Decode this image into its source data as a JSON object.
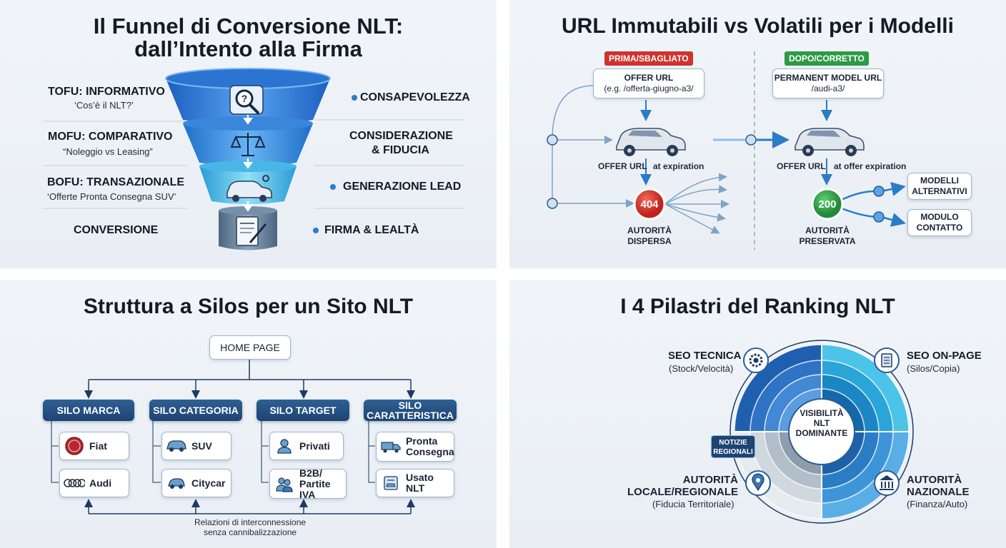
{
  "panel_funnel": {
    "title_line1": "Il Funnel di Conversione NLT:",
    "title_line2": "dall’Intento alla Firma",
    "left": [
      {
        "label": "TOFU: INFORMATIVO",
        "sub": "‘Cos’è il NLT?’"
      },
      {
        "label": "MOFU: COMPARATIVO",
        "sub": "“Noleggio vs Leasing”"
      },
      {
        "label": "BOFU: TRANSAZIONALE",
        "sub": "‘Offerte Pronta Consegna SUV’"
      },
      {
        "label": "CONVERSIONE",
        "sub": ""
      }
    ],
    "right": [
      {
        "line1": "CONSAPEVOLEZZA",
        "line2": ""
      },
      {
        "line1": "CONSIDERAZIONE",
        "line2": "& FIDUCIA"
      },
      {
        "line1": "GENERAZIONE LEAD",
        "line2": ""
      },
      {
        "line1": "FIRMA & LEALTÀ",
        "line2": ""
      }
    ],
    "icons": [
      "question-magnifier-icon",
      "scales-icon",
      "car-keys-icon",
      "contract-signature-icon"
    ],
    "colors": {
      "funnel_top": "#1f66c8",
      "funnel_bottom": "#5a7590"
    }
  },
  "panel_url": {
    "title": "URL Immutabili vs Volatili per i Modelli",
    "before": {
      "tag": "PRIMA/SBAGLIATO",
      "box_line1": "OFFER URL",
      "box_line2": "(e.g. /offerta-giugno-a3/",
      "offer_label": "OFFER URL",
      "expiration": "at expiration",
      "status": "404",
      "result_line1": "AUTORITÀ",
      "result_line2": "DISPERSA"
    },
    "after": {
      "tag": "DOPO/CORRETTO",
      "box_line1": "PERMANENT MODEL URL",
      "box_line2": "/audi-a3/",
      "offer_label": "OFFER URL",
      "expiration": "at offer expiration",
      "status": "200",
      "result_line1": "AUTORITÀ",
      "result_line2": "PRESERVATA",
      "target1_line1": "MODELLI",
      "target1_line2": "ALTERNATIVI",
      "target2_line1": "MODULO",
      "target2_line2": "CONTATTO"
    },
    "colors": {
      "bad": "#d0322d",
      "good": "#2e9a46",
      "line": "#2a7cc7"
    }
  },
  "panel_silos": {
    "title": "Struttura a Silos per un Sito NLT",
    "home": "HOME PAGE",
    "silos": [
      {
        "line1": "SILO MARCA",
        "line2": "",
        "items": [
          {
            "label": "Fiat",
            "icon": "fiat-logo-icon"
          },
          {
            "label": "Audi",
            "icon": "audi-rings-icon"
          }
        ]
      },
      {
        "line1": "SILO CATEGORIA",
        "line2": "",
        "items": [
          {
            "label": "SUV",
            "icon": "suv-icon"
          },
          {
            "label": "Citycar",
            "icon": "citycar-icon"
          }
        ]
      },
      {
        "line1": "SILO TARGET",
        "line2": "",
        "items": [
          {
            "label": "Privati",
            "icon": "person-icon"
          },
          {
            "label": "B2B/ Partite IVA",
            "icon": "business-people-icon"
          }
        ]
      },
      {
        "line1": "SILO",
        "line2": "CARATTERISTICA",
        "items": [
          {
            "label": "Pronta Consegna",
            "icon": "delivery-truck-icon"
          },
          {
            "label": "Usato NLT",
            "icon": "used-car-list-icon"
          }
        ]
      }
    ],
    "footer_line1": "Relazioni di interconnessione",
    "footer_line2": "senza cannibalizzazione"
  },
  "panel_pillars": {
    "title": "I 4 Pilastri del Ranking NLT",
    "center_line1": "VISIBILITÀ",
    "center_line2": "NLT",
    "center_line3": "DOMINANTE",
    "badge_line1": "NOTIZIE",
    "badge_line2": "REGIONALI",
    "pillars": [
      {
        "line1": "SEO TECNICA",
        "line2": "",
        "sub": "(Stock/Velocità)",
        "icon": "gear-icon"
      },
      {
        "line1": "SEO ON-PAGE",
        "line2": "",
        "sub": "(Silos/Copia)",
        "icon": "document-icon"
      },
      {
        "line1": "AUTORITÀ",
        "line2": "LOCALE/REGIONALE",
        "sub": "(Fiducia Territoriale)",
        "icon": "location-pin-icon"
      },
      {
        "line1": "AUTORITÀ",
        "line2": "NAZIONALE",
        "sub": "(Finanza/Auto)",
        "icon": "bank-icon"
      }
    ]
  }
}
